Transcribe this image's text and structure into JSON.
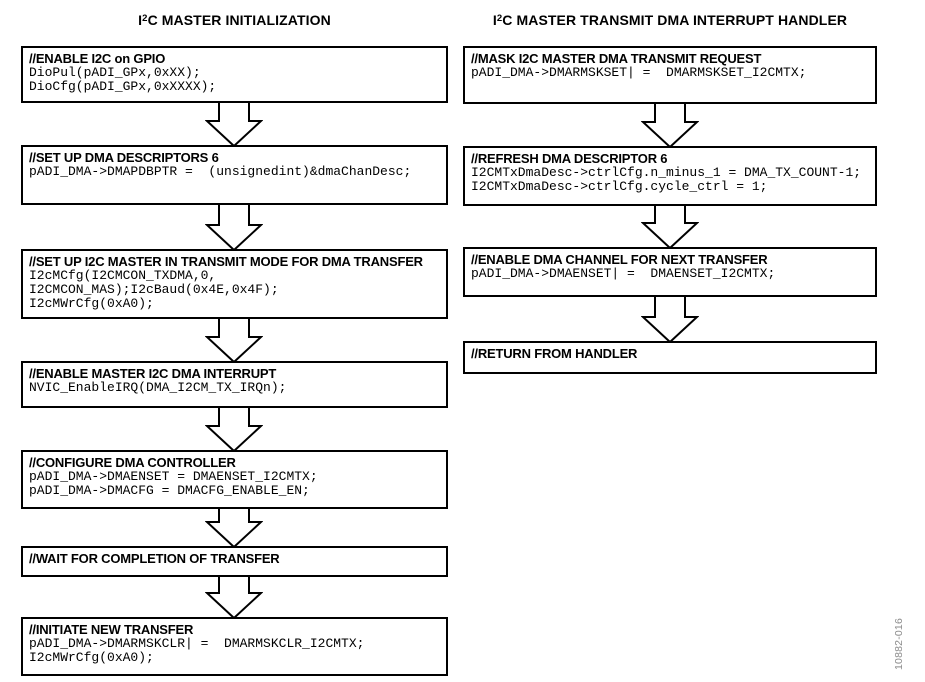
{
  "figure_label": "10882-016",
  "colors": {
    "line": "#000000",
    "background": "#ffffff",
    "figure_label": "#8c8c8c"
  },
  "columns": [
    {
      "title": {
        "pre": "I",
        "sup": "2",
        "post": "C MASTER INITIALIZATION"
      },
      "boxes": [
        {
          "header": "//ENABLE I2C on GPIO",
          "code": [
            "DioPul(pADI_GPx,0xXX);",
            "DioCfg(pADI_GPx,0xXXXX);"
          ]
        },
        {
          "header": "//SET UP DMA DESCRIPTORS 6",
          "code": [
            "pADI_DMA->DMAPDBPTR =  (unsignedint)&dmaChanDesc;"
          ]
        },
        {
          "header": "//SET UP I2C MASTER IN TRANSMIT MODE FOR DMA TRANSFER",
          "code": [
            "I2cMCfg(I2CMCON_TXDMA,0,",
            "I2CMCON_MAS);I2cBaud(0x4E,0x4F);",
            "I2cMWrCfg(0xA0);"
          ]
        },
        {
          "header": "//ENABLE MASTER I2C DMA INTERRUPT",
          "code": [
            "NVIC_EnableIRQ(DMA_I2CM_TX_IRQn);"
          ]
        },
        {
          "header": "//CONFIGURE DMA CONTROLLER",
          "code": [
            "pADI_DMA->DMAENSET = DMAENSET_I2CMTX;",
            "pADI_DMA->DMACFG = DMACFG_ENABLE_EN;"
          ]
        },
        {
          "header": "//WAIT FOR COMPLETION OF TRANSFER",
          "code": []
        },
        {
          "header": "//INITIATE NEW TRANSFER",
          "code": [
            "pADI_DMA->DMARMSKCLR| =  DMARMSKCLR_I2CMTX;",
            "I2cMWrCfg(0xA0);"
          ]
        }
      ]
    },
    {
      "title": {
        "pre": "I",
        "sup": "2",
        "post": "C MASTER TRANSMIT DMA INTERRUPT HANDLER"
      },
      "boxes": [
        {
          "header": "//MASK I2C MASTER DMA TRANSMIT REQUEST",
          "code": [
            "pADI_DMA->DMARMSKSET| =  DMARMSKSET_I2CMTX;"
          ]
        },
        {
          "header": "//REFRESH DMA DESCRIPTOR 6",
          "code": [
            "I2CMTxDmaDesc->ctrlCfg.n_minus_1 = DMA_TX_COUNT-1;",
            "I2CMTxDmaDesc->ctrlCfg.cycle_ctrl = 1;"
          ]
        },
        {
          "header": "//ENABLE DMA CHANNEL FOR NEXT TRANSFER",
          "code": [
            "pADI_DMA->DMAENSET| =  DMAENSET_I2CMTX;"
          ]
        },
        {
          "header": "//RETURN FROM HANDLER",
          "code": []
        }
      ]
    }
  ]
}
